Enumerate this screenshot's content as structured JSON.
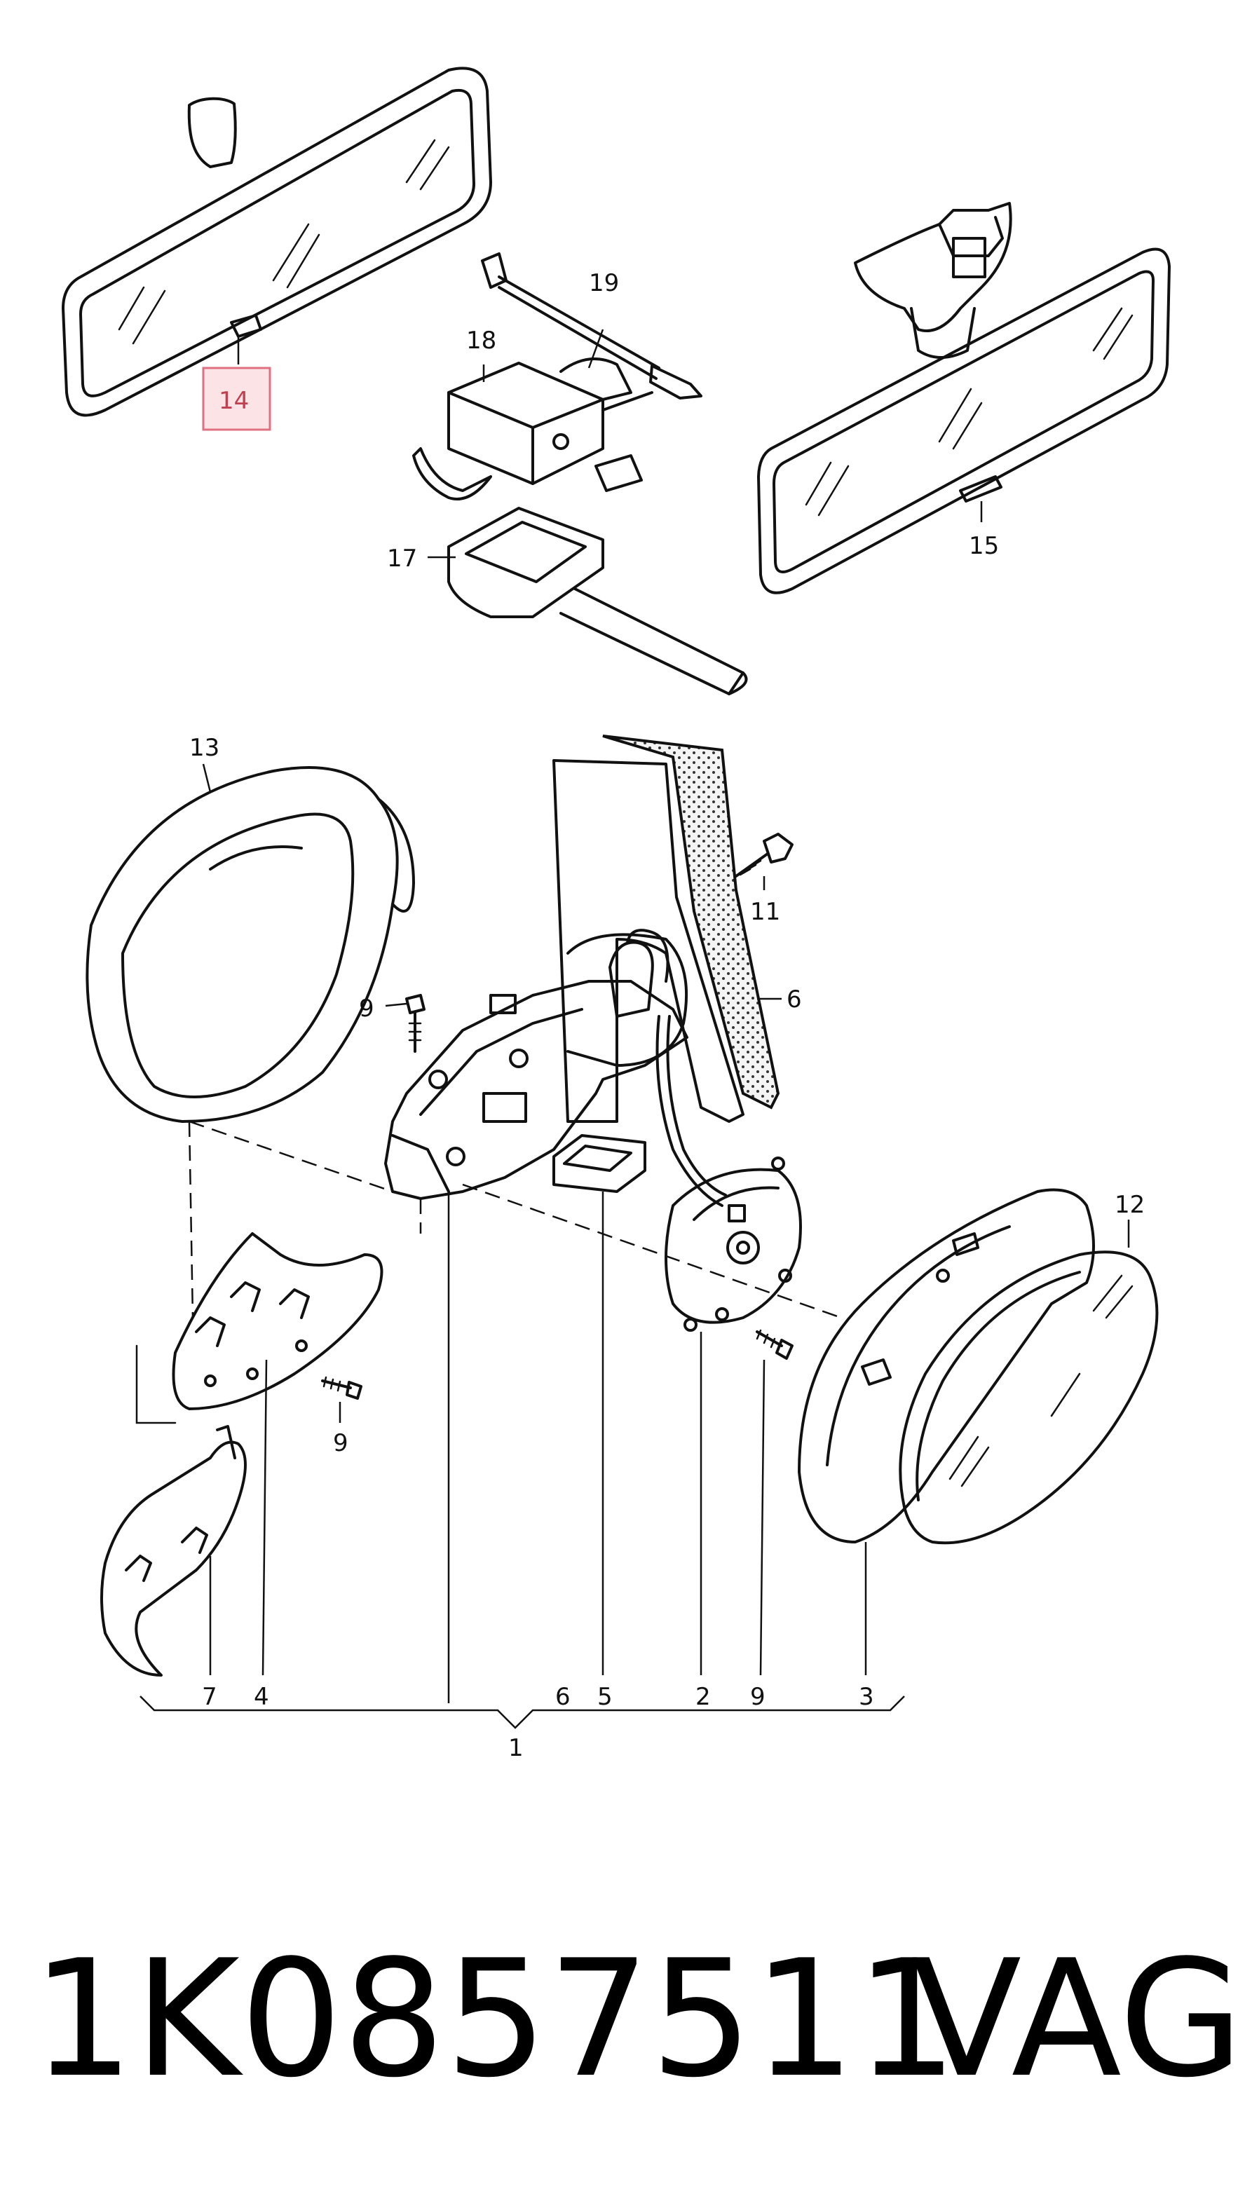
{
  "diagram": {
    "callouts": {
      "c14": "14",
      "c19": "19",
      "c18": "18",
      "c17": "17",
      "c15": "15",
      "c13": "13",
      "c11": "11",
      "c9a": "9",
      "c6a": "6",
      "c12": "12",
      "c9b": "9",
      "c7": "7",
      "c4": "4",
      "c6b": "6",
      "c5": "5",
      "c2": "2",
      "c9c": "9",
      "c3": "3",
      "c1": "1"
    },
    "highlighted_callout": "14",
    "highlight_color": "#e07080"
  },
  "caption": {
    "part_number": "1K0857511",
    "brand": "VAG"
  }
}
